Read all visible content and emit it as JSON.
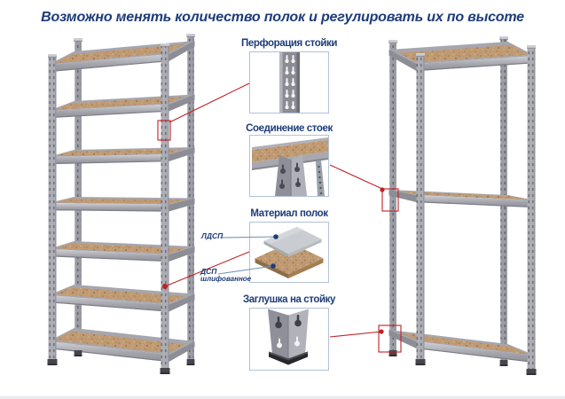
{
  "title": "Возможно менять количество полок и регулировать их по высоте",
  "callouts": [
    {
      "id": "post-perforation",
      "title": "Перфорация стойки"
    },
    {
      "id": "post-connection",
      "title": "Соединение стоек"
    },
    {
      "id": "shelf-material",
      "title": "Материал полок"
    },
    {
      "id": "post-cap",
      "title": "Заглушка на стойку"
    }
  ],
  "material_labels": {
    "laminated": "ЛДСП",
    "sanded_line1": "ДСП",
    "sanded_line2": "шлифованное"
  },
  "units": {
    "left": {
      "description": "tall shelving rack",
      "shelf_count": 7
    },
    "right": {
      "description": "short shelving rack",
      "shelf_count": 3
    }
  },
  "colors": {
    "title_navy": "#1d3c78",
    "accent_red": "#bf2026",
    "box_border": "#b2c2d6",
    "metal_gray": "#a9a9b1",
    "board_tan": "#c09a72",
    "leader_blue": "#7396ba",
    "cap_black": "#2a2a2e"
  }
}
